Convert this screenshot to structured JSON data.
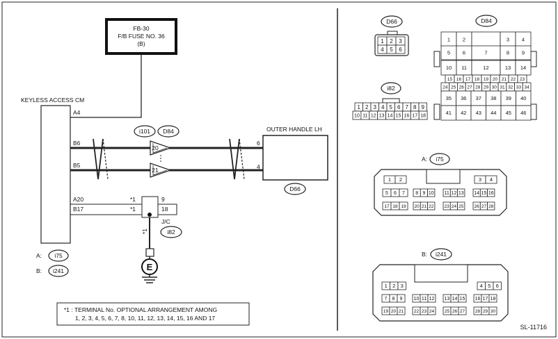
{
  "fuse": {
    "line1": "FB-30",
    "line2": "F/B FUSE NO. 36",
    "line3": "(B)"
  },
  "keyless": {
    "title": "KEYLESS ACCESS CM",
    "pins": [
      "A4",
      "B6",
      "B5",
      "A20",
      "B17"
    ],
    "conn_a_prefix": "A:",
    "conn_a": "i75",
    "conn_b_prefix": "B:",
    "conn_b": "i241"
  },
  "handle": {
    "title": "OUTER HANDLE LH",
    "pin_top": "6",
    "pin_bottom": "4",
    "connector": "D66"
  },
  "junction": {
    "conn1": "i101",
    "conn2": "D84",
    "pin_top": "20",
    "pin_bottom": "21",
    "jc_pin_top": "9",
    "jc_pin_bottom": "18",
    "jc_label": "J/C",
    "jc_conn": "i82",
    "star1": "*1",
    "star2": "*1",
    "star3": "*1"
  },
  "ground": {
    "symbol": "E"
  },
  "note": {
    "line1": "*1 : TERMINAL No. OPTIONAL ARRANGEMENT AMONG",
    "line2": "1, 2, 3, 4, 5, 6, 7, 8, 10, 11, 12, 13, 14, 15, 16 AND 17"
  },
  "connectors": {
    "d66": {
      "label": "D66",
      "pins": [
        [
          "1",
          "2",
          "3"
        ],
        [
          "4",
          "5",
          "6"
        ]
      ]
    },
    "d84": {
      "label": "D84",
      "row1": [
        "1",
        "2",
        "",
        "3",
        "4"
      ],
      "row2": [
        "5",
        "6",
        "7",
        "8",
        "9"
      ],
      "row3": [
        "10",
        "11",
        "12",
        "13",
        "14"
      ],
      "row4": [
        "15",
        "16",
        "17",
        "18",
        "19",
        "20",
        "21",
        "22",
        "23"
      ],
      "row5": [
        "24",
        "25",
        "26",
        "27",
        "28",
        "29",
        "30",
        "31",
        "32",
        "33",
        "34"
      ],
      "row6": [
        "35",
        "36",
        "37",
        "38",
        "39",
        "40"
      ],
      "row7": [
        "41",
        "42",
        "43",
        "44",
        "45",
        "46"
      ]
    },
    "i82": {
      "label": "i82",
      "row1": [
        "1",
        "2",
        "3",
        "4",
        "5",
        "6",
        "7",
        "8",
        "9"
      ],
      "row2": [
        "10",
        "11",
        "12",
        "13",
        "14",
        "15",
        "16",
        "17",
        "18"
      ]
    },
    "i75": {
      "prefix": "A:",
      "label": "i75",
      "row1": [
        [
          "1",
          "2"
        ],
        [
          "3",
          "4"
        ]
      ],
      "row2": [
        [
          "5",
          "6",
          "7"
        ],
        [
          "8",
          "9",
          "10"
        ],
        [
          "11",
          "12",
          "13"
        ],
        [
          "14",
          "15",
          "16"
        ]
      ],
      "row3": [
        [
          "17",
          "18",
          "19"
        ],
        [
          "20",
          "21",
          "22"
        ],
        [
          "23",
          "24",
          "25"
        ],
        [
          "26",
          "27",
          "28"
        ]
      ]
    },
    "i241": {
      "prefix": "B:",
      "label": "i241",
      "row1": [
        [
          "1",
          "2",
          "3"
        ],
        [
          "4",
          "5",
          "6"
        ]
      ],
      "row2": [
        [
          "7",
          "8",
          "9"
        ],
        [
          "10",
          "11",
          "12"
        ],
        [
          "13",
          "14",
          "15"
        ],
        [
          "16",
          "17",
          "18"
        ]
      ],
      "row3": [
        [
          "19",
          "20",
          "21"
        ],
        [
          "22",
          "23",
          "24"
        ],
        [
          "25",
          "26",
          "27"
        ],
        [
          "28",
          "29",
          "30"
        ]
      ]
    }
  },
  "code": "SL-11716"
}
